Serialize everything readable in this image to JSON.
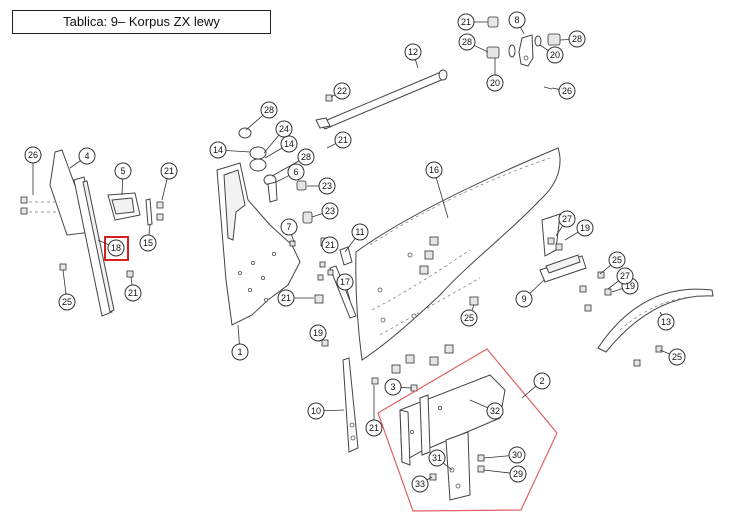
{
  "title": "Tablica: 9– Korpus ZX lewy",
  "colors": {
    "highlight": "#d62020",
    "region": "#e06060"
  },
  "highlighted_part": "18",
  "callouts": [
    "1",
    "2",
    "4",
    "5",
    "6",
    "7",
    "8",
    "9",
    "10",
    "11",
    "12",
    "13",
    "14",
    "14",
    "15",
    "16",
    "17",
    "18",
    "19",
    "19",
    "19",
    "20",
    "20",
    "21",
    "21",
    "21",
    "21",
    "21",
    "21",
    "21",
    "22",
    "23",
    "23",
    "24",
    "25",
    "25",
    "25",
    "25",
    "26",
    "26",
    "27",
    "27",
    "28",
    "28",
    "28",
    "28",
    "29",
    "30",
    "31",
    "32",
    "33",
    "3"
  ]
}
